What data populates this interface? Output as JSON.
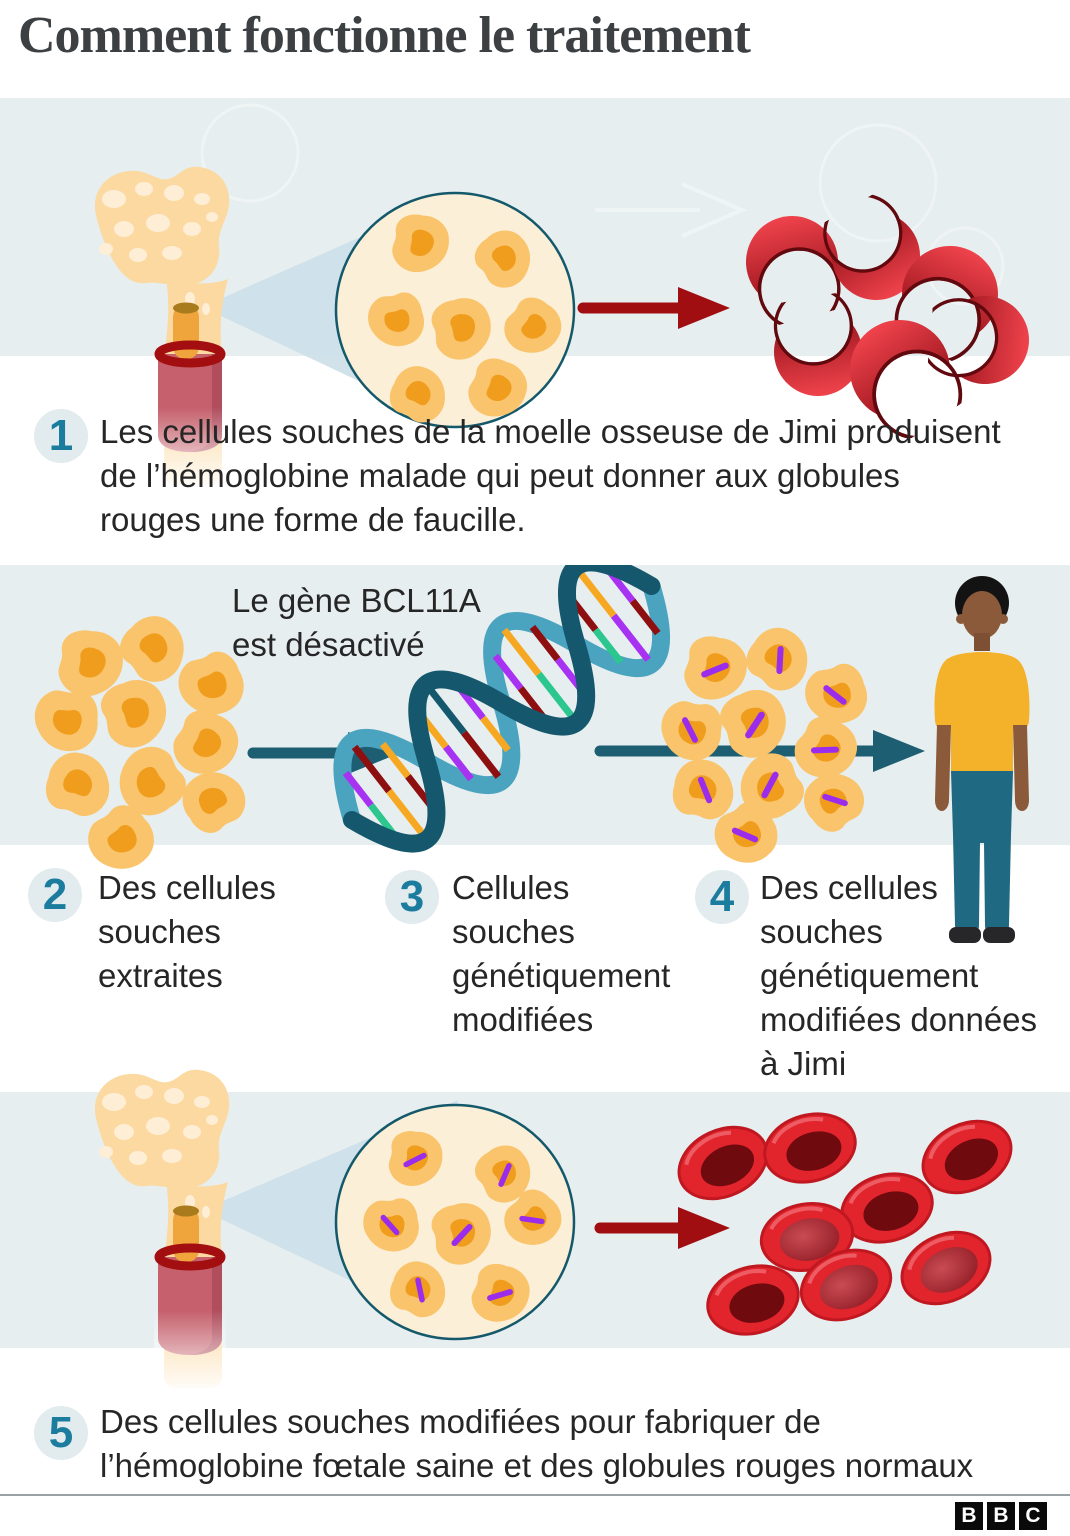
{
  "title": "Comment fonctionne le traitement",
  "gene_annotation": {
    "line1": "Le gène BCL11A",
    "line2": "est désactivé"
  },
  "steps": [
    {
      "number": "1",
      "lines": [
        "Les cellules souches de la moelle osseuse de Jimi produisent",
        "de l’hémoglobine malade qui peut donner aux globules",
        "rouges une forme de faucille."
      ]
    },
    {
      "number": "2",
      "lines": [
        "Des cellules",
        "souches",
        "extraites"
      ]
    },
    {
      "number": "3",
      "lines": [
        "Cellules",
        "souches",
        "génétiquement",
        "modifiées"
      ]
    },
    {
      "number": "4",
      "lines": [
        "Des cellules",
        "souches",
        "génétiquement",
        "modifiées données",
        "à Jimi"
      ]
    },
    {
      "number": "5",
      "lines": [
        "Des cellules souches modifiées pour fabriquer de",
        "l’hémoglobine fœtale saine et des globules rouges normaux"
      ]
    }
  ],
  "footer": {
    "logo": [
      "B",
      "B",
      "C"
    ]
  },
  "colors": {
    "band_background": "#e7eeef",
    "badge_number_teal": "#1b7c9e",
    "arrow_red": "#a00e12",
    "arrow_teal": "#1d5e73",
    "stem_cell_body": "#f9c46b",
    "stem_cell_nucleus": "#f09d1d",
    "gene_edit_mark_purple": "#9b2ceb",
    "sickle_cell_red": "#8c0d15",
    "red_blood_cell": "#e2242d",
    "title_text": "#3c4043",
    "body_text": "#262626"
  }
}
